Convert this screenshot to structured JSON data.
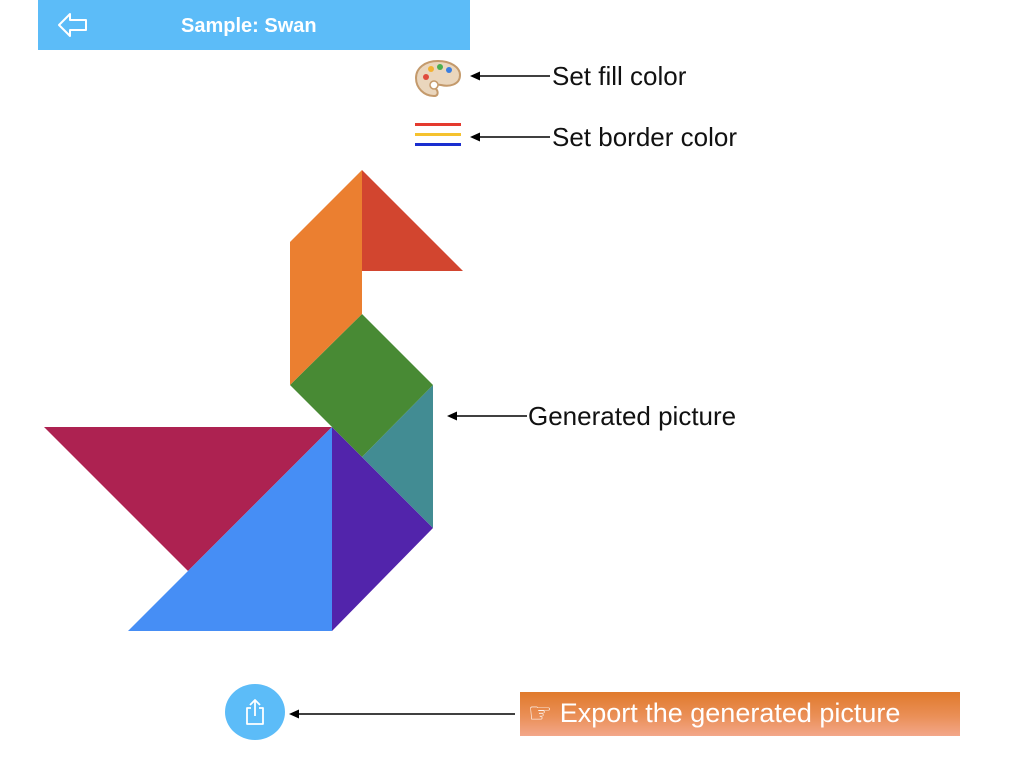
{
  "navbar": {
    "back_icon": "back-arrow-icon",
    "title": "Sample: Swan",
    "background": "#5cbcf8"
  },
  "toolbar": {
    "fill_color_icon": "palette-icon",
    "border_color_icon": "color-stripes-icon"
  },
  "annotations": {
    "fill_color": "Set fill color",
    "border_color": "Set border color",
    "generated_picture": "Generated picture"
  },
  "tangram": {
    "piece_colors": {
      "large_triangle_left": "#ad2251",
      "large_triangle_bottom": "#468ef5",
      "medium_triangle": "#5224ab",
      "square": "#488a34",
      "small_triangle_teal": "#428c93",
      "parallelogram": "#eb7f30",
      "small_triangle_head": "#d2452f"
    }
  },
  "export": {
    "button_icon": "share-export-icon",
    "callout": "☞ Export the generated picture",
    "callout_color": "#e8834a"
  }
}
